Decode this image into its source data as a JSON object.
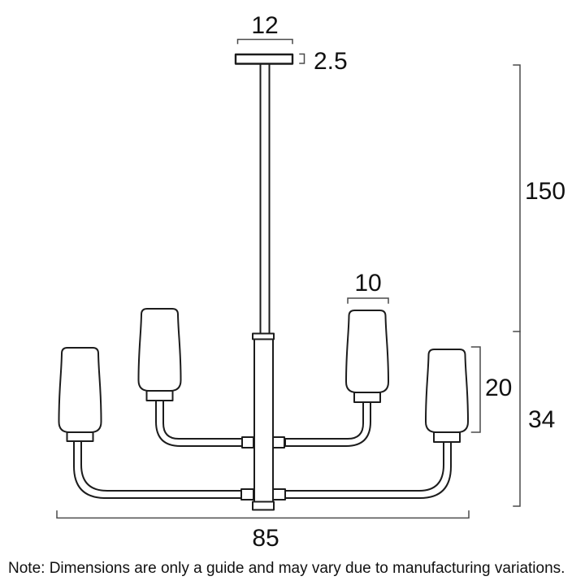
{
  "figure": {
    "background": "#ffffff",
    "outline_color": "#1c1c1c",
    "dimension_line_color": "#4a4a4a",
    "label_color": "#111111",
    "subject": "chandelier-dimension-diagram",
    "shade_count_visible": 4
  },
  "dimensions": {
    "canopy_width": "12",
    "canopy_thickness": "2.5",
    "rod_length": "150",
    "shade_diameter": "10",
    "shade_height": "20",
    "body_height": "34",
    "overall_width": "85"
  },
  "note": "Note: Dimensions are only a guide and may vary due to manufacturing variations."
}
